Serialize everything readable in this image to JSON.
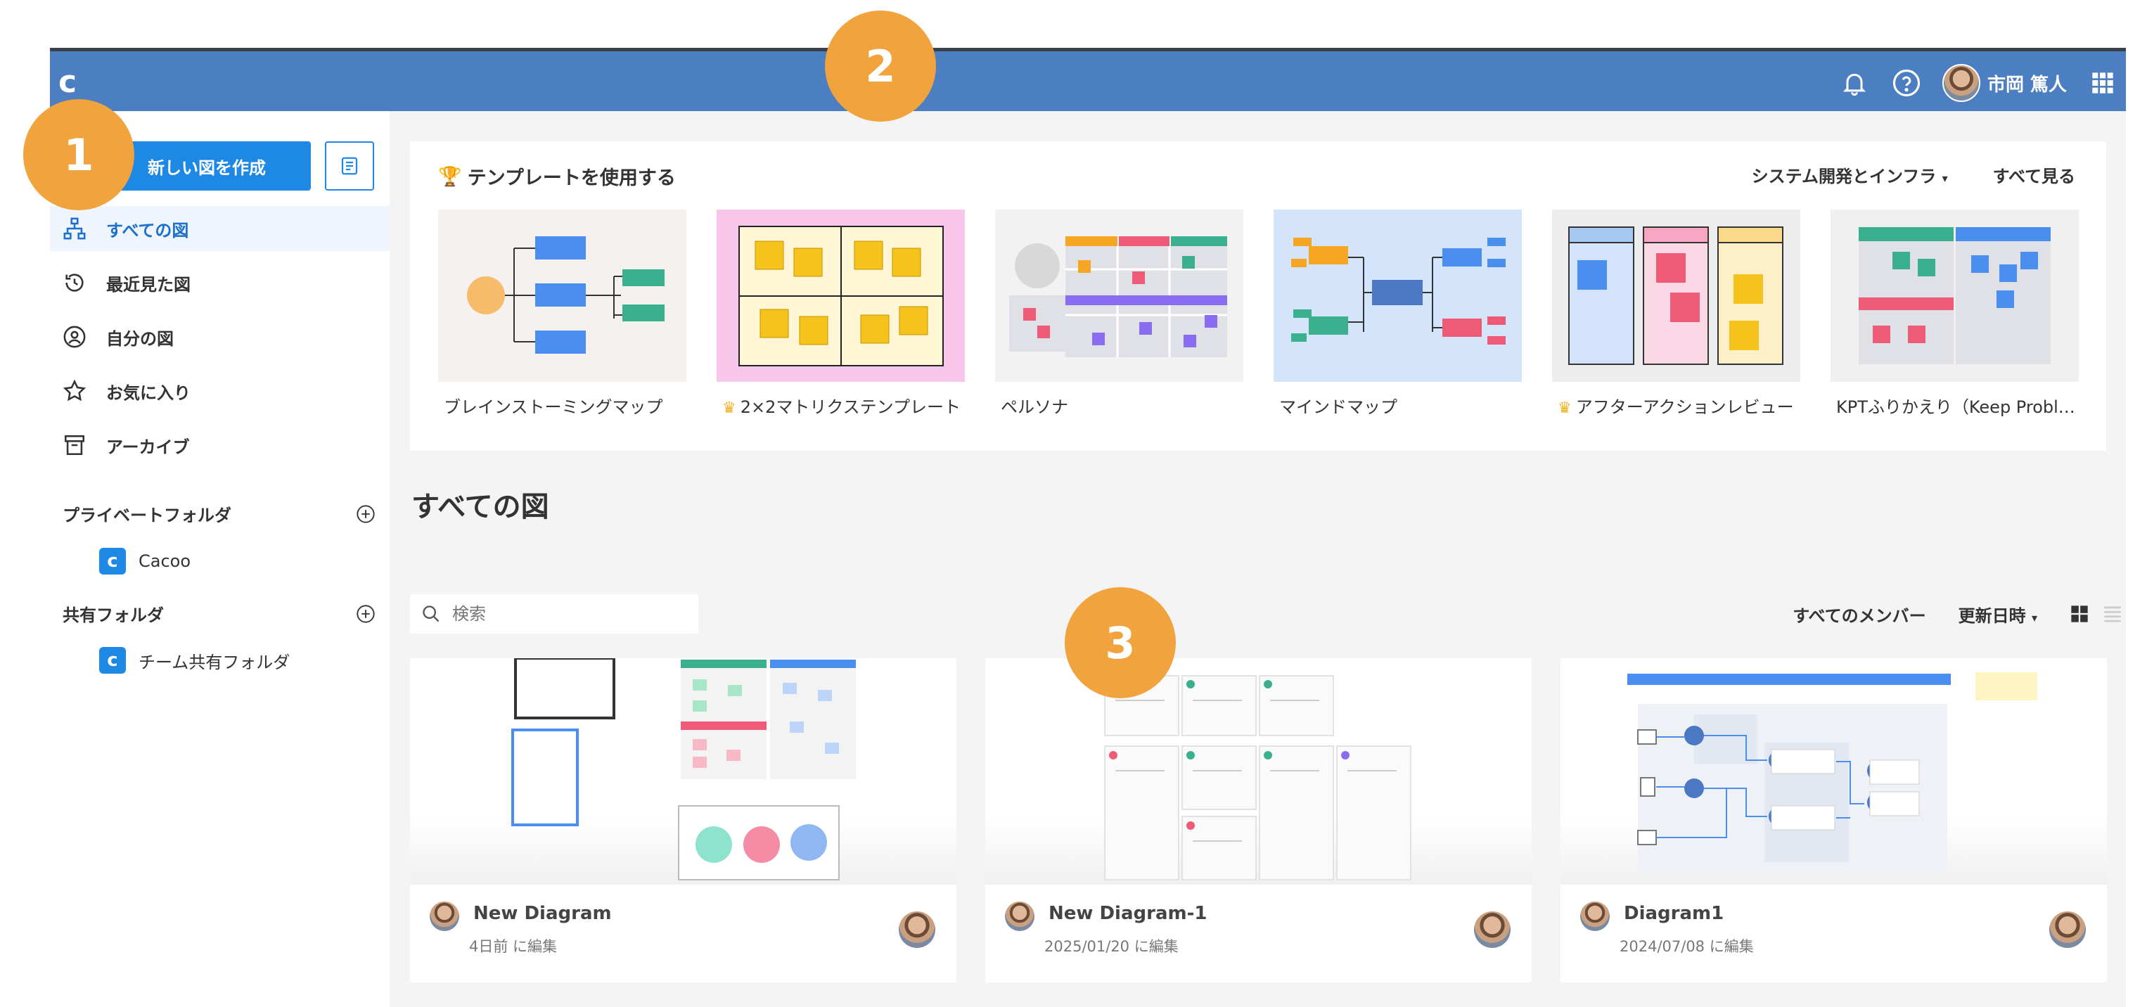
{
  "header": {
    "user_name": "市岡 篤人"
  },
  "sidebar": {
    "new_button": "新しい図を作成",
    "nav": [
      {
        "label": "すべての図"
      },
      {
        "label": "最近見た図"
      },
      {
        "label": "自分の図"
      },
      {
        "label": "お気に入り"
      },
      {
        "label": "アーカイブ"
      }
    ],
    "private_folder": {
      "title": "プライベートフォルダ",
      "items": [
        "Cacoo"
      ]
    },
    "shared_folder": {
      "title": "共有フォルダ",
      "items": [
        "チーム共有フォルダ"
      ]
    }
  },
  "templates": {
    "title": "テンプレートを使用する",
    "category": "システム開発とインフラ",
    "see_all": "すべて見る",
    "items": [
      {
        "label": "ブレインストーミングマップ",
        "premium": false
      },
      {
        "label": "2×2マトリクステンプレート",
        "premium": true
      },
      {
        "label": "ペルソナ",
        "premium": false
      },
      {
        "label": "マインドマップ",
        "premium": false
      },
      {
        "label": "アフターアクションレビュー",
        "premium": true
      },
      {
        "label": "KPTふりかえり（Keep Problem Try）",
        "premium": false
      }
    ]
  },
  "main": {
    "heading": "すべての図",
    "search_placeholder": "検索",
    "member_filter": "すべてのメンバー",
    "sort": "更新日時"
  },
  "diagrams": [
    {
      "name": "New Diagram",
      "edited": "4日前 に編集"
    },
    {
      "name": "New Diagram-1",
      "edited": "2025/01/20 に編集"
    },
    {
      "name": "Diagram1",
      "edited": "2024/07/08 に編集"
    }
  ],
  "badges": [
    "1",
    "2",
    "3"
  ],
  "colors": {
    "header": "#4c7fc2",
    "primary": "#1e88e5",
    "badge": "#f1a33d"
  }
}
